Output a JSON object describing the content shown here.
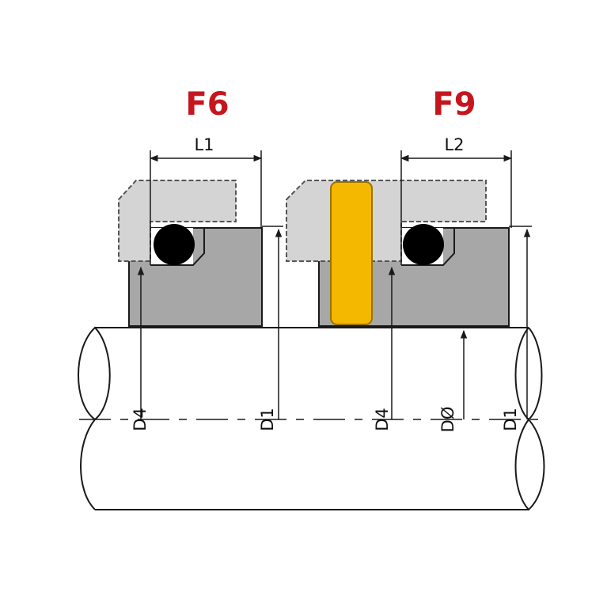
{
  "titles": {
    "left": "F6",
    "right": "F9"
  },
  "dimensions": {
    "l1": "L1",
    "l2": "L2",
    "d4_left": "D4",
    "d1_left": "D1",
    "d4_right": "D4",
    "d0": "DØ",
    "d1_right": "D1"
  },
  "colors": {
    "title_red": "#c4161c",
    "seat_gray": "#a7a7a7",
    "stationary_light": "#d4d4d4",
    "pin_yellow": "#f5b800",
    "oring_black": "#000000",
    "line": "#1a1a1a"
  }
}
